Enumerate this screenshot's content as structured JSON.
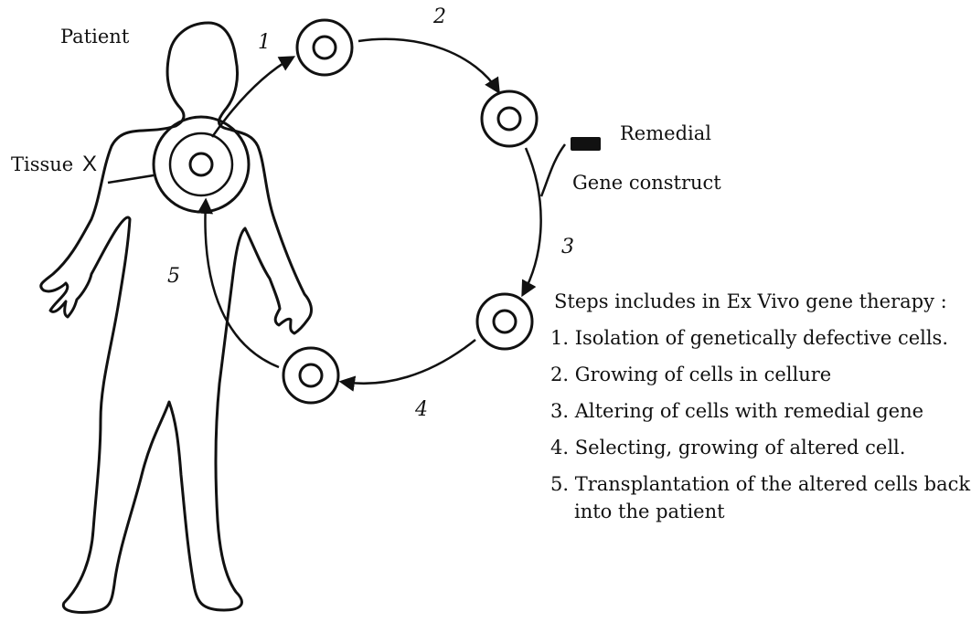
{
  "labels": {
    "patient": "Patient",
    "tissue": "Tissue",
    "tissue_mark": "X",
    "remedial": "Remedial",
    "gene_construct": "Gene construct"
  },
  "cycle_numbers": [
    "1",
    "2",
    "3",
    "4",
    "5"
  ],
  "steps": {
    "title": "Steps includes in Ex Vivo gene therapy :",
    "items": [
      "1.  Isolation of genetically defective cells.",
      "2. Growing of cells in cellure",
      "3. Altering of cells with remedial gene",
      "4. Selecting, growing of altered cell.",
      "5. Transplantation of the altered cells back",
      "into the patient"
    ]
  },
  "icons": {
    "body": "human-body-outline-icon",
    "cell": "cell-ring-icon",
    "gene": "gene-construct-block-icon"
  }
}
